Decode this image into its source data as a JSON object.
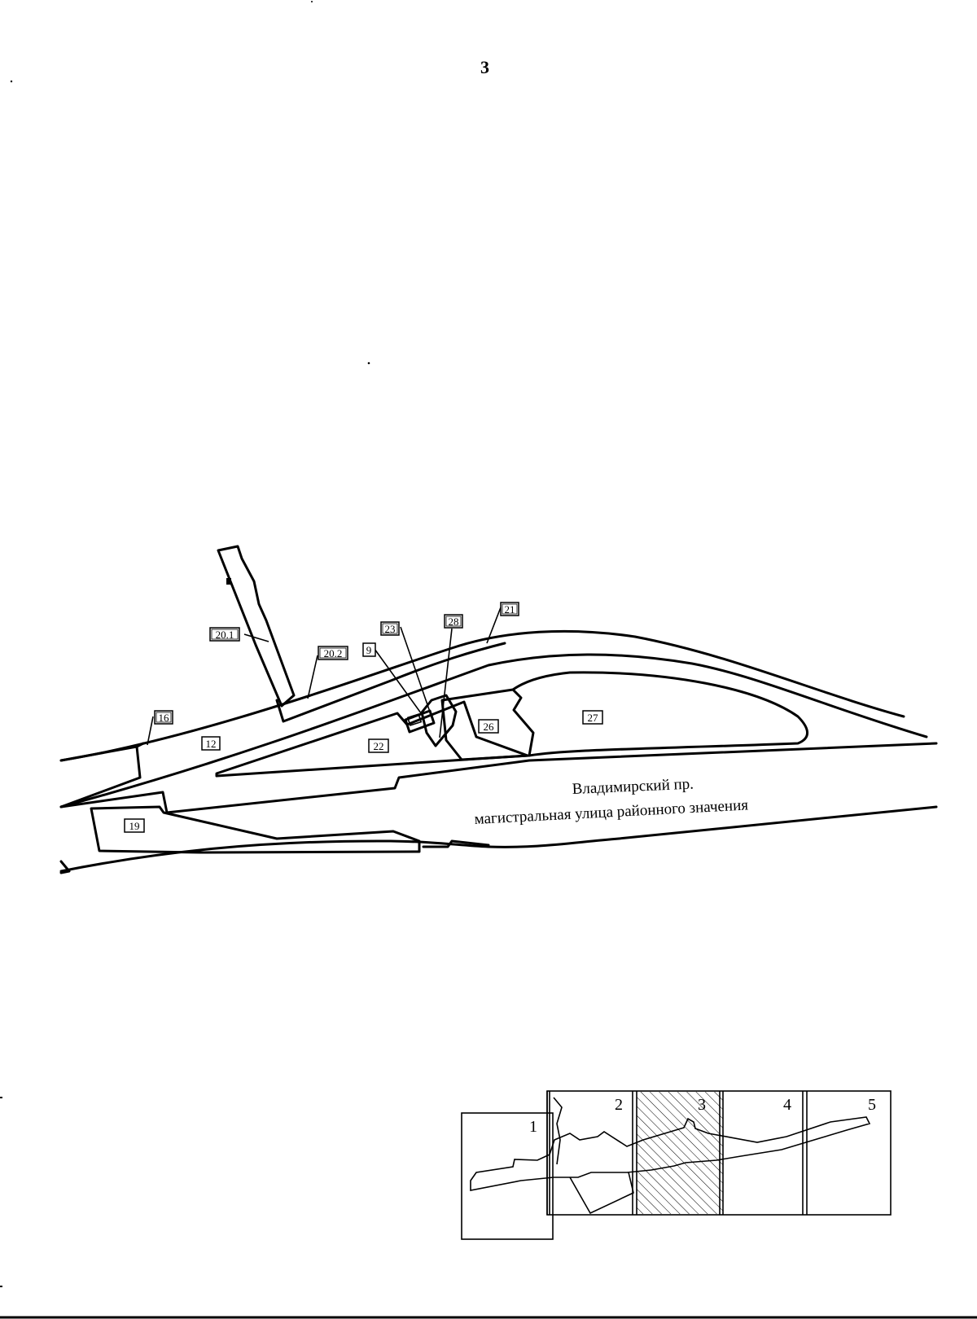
{
  "page": {
    "number": "3"
  },
  "map": {
    "street_name": "Владимирский пр.",
    "street_type": "магистральная улица районного значения",
    "parcel_labels": [
      "20.1",
      "20.2",
      "16",
      "12",
      "9",
      "23",
      "28",
      "21",
      "22",
      "26",
      "27",
      "19"
    ]
  },
  "key_map": {
    "sheets": [
      "1",
      "2",
      "3",
      "4",
      "5"
    ],
    "current_sheet": "3"
  },
  "colors": {
    "ink": "#000000",
    "paper": "#ffffff"
  }
}
